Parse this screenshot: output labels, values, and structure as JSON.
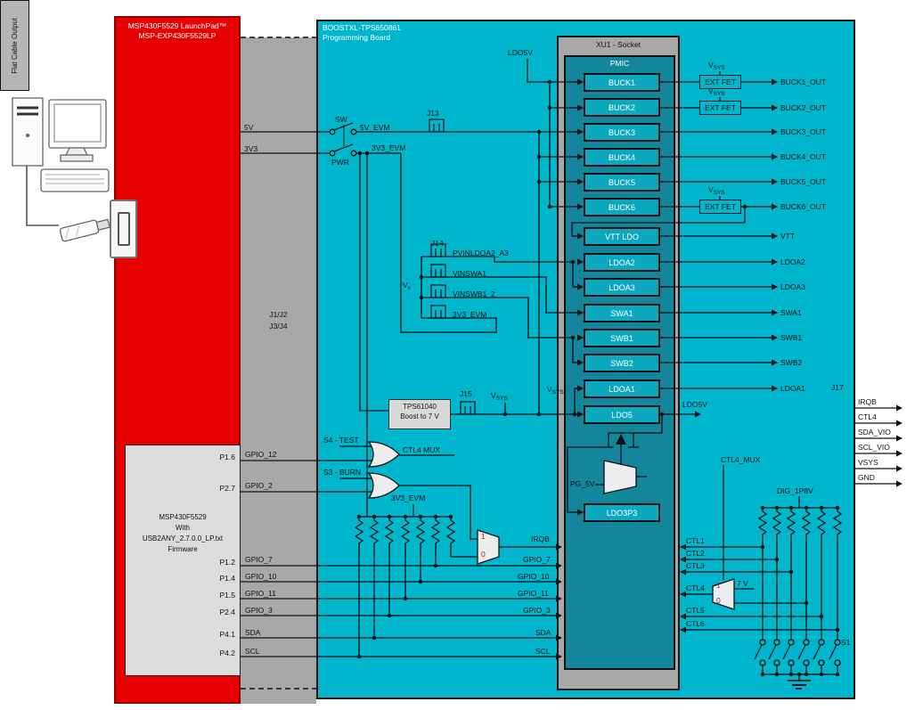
{
  "colors": {
    "board_cyan": "#00b6cc",
    "pmic_teal": "#13869c",
    "block_teal": "#0ba8bf",
    "launchpad_red": "#e60000",
    "socket_gray": "#a8a8a8",
    "mux_sel_maroon": "#8a2e1e"
  },
  "launchpad": {
    "title1": "MSP430F5529 LaunchPad™",
    "title2": "MSP-EXP430F5529LP",
    "mcu": {
      "line1": "MSP430F5529",
      "line2": "With",
      "line3": "USB2ANY_2.7.0.0_LP.txt",
      "line4": "Firmware"
    },
    "pins": [
      {
        "pin": "P1.6",
        "signal": "GPIO_12"
      },
      {
        "pin": "P2.7",
        "signal": "GPIO_2"
      },
      {
        "pin": "P1.2",
        "signal": "GPIO_7"
      },
      {
        "pin": "P1.4",
        "signal": "GPIO_10"
      },
      {
        "pin": "P1.5",
        "signal": "GPIO_11"
      },
      {
        "pin": "P2.4",
        "signal": "GPIO_3"
      },
      {
        "pin": "P4.1",
        "signal": "SDA"
      },
      {
        "pin": "P4.2",
        "signal": "SCL"
      }
    ]
  },
  "strip": {
    "line1": "J1/J2",
    "line2": "J3/J4"
  },
  "board": {
    "title1": "BOOSTXL-TPS650861",
    "title2": "Programming Board"
  },
  "power": {
    "v5": "5V",
    "v3": "3V3",
    "sw": "SW",
    "pwr": "PWR",
    "v5evm": "5V_EVM",
    "v3evm": "3V3_EVM",
    "j13": "J13",
    "ldo5v": "LDO5V"
  },
  "jumpers": {
    "j14": "J14",
    "rows": [
      "PVINLDOA2_A3",
      "VINSWA1",
      "VINSWB1_2",
      "3V3_EVM"
    ],
    "vx_main": "V",
    "vx_sub": "x",
    "j15": "J15"
  },
  "vsys": {
    "main": "V",
    "sub": "SYS"
  },
  "boost": {
    "line1": "TPS61040",
    "line2": "Boost to 7 V"
  },
  "socket": {
    "title": "XU1 - Socket",
    "pmic": "PMIC",
    "blocks": [
      "BUCK1",
      "BUCK2",
      "BUCK3",
      "BUCK4",
      "BUCK5",
      "BUCK6",
      "VTT LDO",
      "LDOA2",
      "LDOA3",
      "SWA1",
      "SWB1",
      "SWB2",
      "LDOA1",
      "LDO5"
    ],
    "ldo3p3": "LDO3P3",
    "pg5v": "PG_5V",
    "ldo5v_out": "LDO5V",
    "ext_fet": "EXT FET"
  },
  "outputs": [
    "BUCK1_OUT",
    "BUCK2_OUT",
    "BUCK3_OUT",
    "BUCK4_OUT",
    "BUCK5_OUT",
    "BUCK6_OUT",
    "VTT",
    "LDOA2",
    "LDOA3",
    "SWA1",
    "SWB1",
    "SWB2",
    "LDOA1"
  ],
  "flat_cable": {
    "j17": "J17",
    "title": "Flat Cable Output",
    "signals": [
      "IRQB",
      "CTL4",
      "SDA_VIO",
      "SCL_VIO",
      "VSYS",
      "GND"
    ]
  },
  "logic": {
    "s4": "S4 - TEST",
    "s3": "S3 - BURN",
    "ctl4_mux_net": "CTL4 MUX",
    "irqb": "IRQB",
    "one": "1",
    "zero": "0",
    "pullup_supply": "3V3_EVM"
  },
  "ctl": {
    "supply": "DIG_1P8V",
    "mux_net": "CTL4_MUX",
    "signals": [
      "CTL1",
      "CTL2",
      "CTL3",
      "CTL4",
      "CTL5",
      "CTL6"
    ],
    "seven_v": "7 V",
    "one": "1",
    "zero": "0",
    "s1": "S1"
  }
}
